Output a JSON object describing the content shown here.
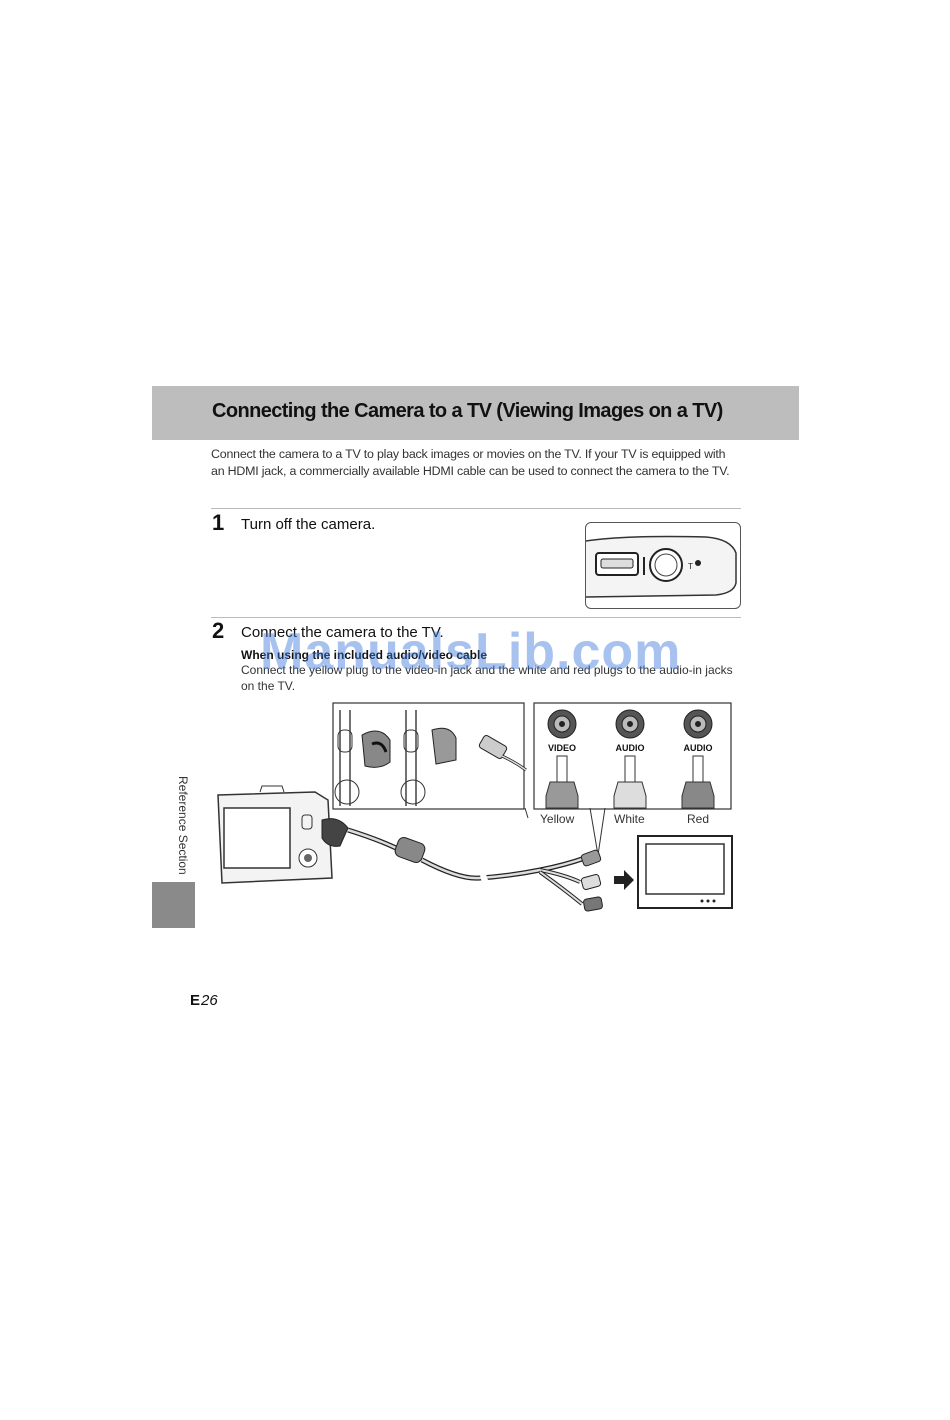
{
  "page": {
    "title": "Connecting the Camera to a TV (Viewing Images on a TV)",
    "intro": "Connect the camera to a TV to play back images or movies on the TV. If your TV is equipped with an HDMI jack, a commercially available HDMI cable can be used to connect the camera to the TV.",
    "steps": [
      {
        "number": "1",
        "text": "Turn off the camera."
      },
      {
        "number": "2",
        "text": "Connect the camera to the TV."
      }
    ],
    "subsection": {
      "title": "When using the included audio/video cable",
      "text": "Connect the yellow plug to the video-in jack and the white and red plugs to the audio-in jacks on the TV."
    },
    "jack_labels": [
      "VIDEO",
      "AUDIO",
      "AUDIO"
    ],
    "plug_labels": [
      "Yellow",
      "White",
      "Red"
    ],
    "side_label": "Reference Section",
    "page_number": "26",
    "page_icon": "E",
    "watermark": "ManualsLib.com",
    "colors": {
      "header_bg": "#bdbdbd",
      "side_tab": "#8a8a8a",
      "watermark": "#3c78dc"
    }
  }
}
